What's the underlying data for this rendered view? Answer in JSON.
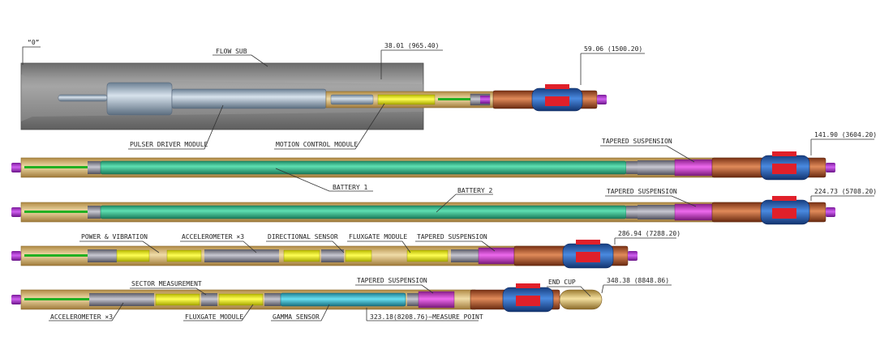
{
  "labels": {
    "zero": "“0”",
    "flow_sub": "FLOW SUB",
    "dim_1": "38.01 (965.40)",
    "dim_2": "59.06 (1500.20)",
    "pulser_driver": "PULSER DRIVER MODULE",
    "motion_control": "MOTION CONTROL MODULE",
    "tapered_suspension_1": "TAPERED SUSPENSION",
    "dim_3": "141.90 (3604.20)",
    "battery_1": "BATTERY 1",
    "battery_2": "BATTERY 2",
    "tapered_suspension_2": "TAPERED SUSPENSION",
    "dim_4": "224.73 (5708.20)",
    "power_vibration": "POWER & VIBRATION",
    "accelerometer_1": "ACCELEROMETER ×3",
    "directional_sensor": "DIRECTIONAL SENSOR",
    "fluxgate_1": "FLUXGATE MODULE",
    "tapered_suspension_3": "TAPERED SUSPENSION",
    "dim_5": "286.94 (7288.20)",
    "sector_measurement": "SECTOR MEASUREMENT",
    "tapered_suspension_4": "TAPERED SUSPENSION",
    "end_cup": "END CUP",
    "dim_6": "348.38 (8848.86)",
    "accelerometer_2": "ACCELEROMETER ×3",
    "fluxgate_2": "FLUXGATE MODULE",
    "gamma_sensor": "GAMMA SENSOR",
    "measure_point": "323.18(8208.76)—MEASURE POINT"
  },
  "colors": {
    "housing": "#d2b27a",
    "housing_edge": "#8a6a2c",
    "battery": "#35b88e",
    "electronics": "#e6e615",
    "suspension": "#c93fc9",
    "copper": "#b9562e",
    "blue_collar": "#2a63b6",
    "red_pad": "#e0202a",
    "gamma": "#3ab6cc",
    "end_cup": "#d8b86a",
    "flow_sub": "#8f8f8f",
    "pulser": "#a7b8c8",
    "green_wire": "#22b022",
    "connector": "#9a9aa6"
  }
}
